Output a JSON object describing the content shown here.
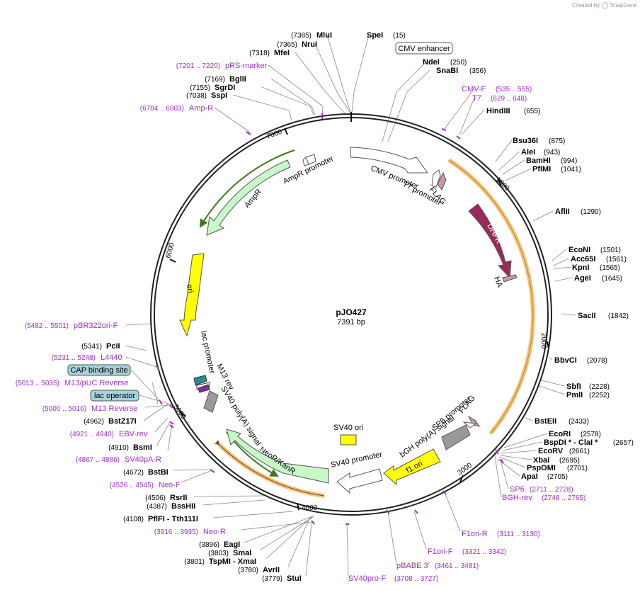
{
  "credit": {
    "prefix": "Created by",
    "brand": "SnapGene"
  },
  "plasmid": {
    "name": "pJO427",
    "length": "7391 bp"
  },
  "ticks": [
    "1000",
    "2000",
    "3000",
    "4000",
    "5000",
    "6000",
    "7000"
  ],
  "features": {
    "cmv_enhancer": "CMV enhancer",
    "cmv_promoter": "CMV promoter",
    "t7_promoter": "T7 promoter",
    "flag1": "FLAG",
    "dhfr": "DHFR",
    "ha": "HA",
    "sv40_ori": "SV40 ori",
    "sp6_promoter": "SP6 promoter",
    "flag2": "FLAG",
    "bgh": "bGH poly(A) signal",
    "f1ori": "f1 ori",
    "sv40_promoter": "SV40 promoter",
    "neokan": "NeoR/KanR",
    "sv40_polya": "SV40 poly(A) signal",
    "m13rev": "M13 rev",
    "lac_promoter": "lac promoter",
    "ori": "ori",
    "ampr": "AmpR",
    "ampr_promoter": "AmpR promoter",
    "cap": "CAP binding site",
    "lac_op": "lac operator"
  },
  "enzymes": {
    "mlui": [
      "(7385)",
      "MluI"
    ],
    "spei": [
      "SpeI",
      "(15)"
    ],
    "nrui": [
      "(7365)",
      "NruI"
    ],
    "mfei": [
      "(7318)",
      "MfeI"
    ],
    "ndei": [
      "NdeI",
      "(250)"
    ],
    "snabi": [
      "SnaBI",
      "(356)"
    ],
    "bglii": [
      "(7169)",
      "BglII"
    ],
    "sgrdi": [
      "(7155)",
      "SgrDI"
    ],
    "sspi": [
      "(7038)",
      "SspI"
    ],
    "hindiii": [
      "HindIII",
      "(655)"
    ],
    "bsu36i": [
      "Bsu36I",
      "(875)"
    ],
    "alei": [
      "AleI",
      "(943)"
    ],
    "bamhi": [
      "BamHI",
      "(994)"
    ],
    "pflmi": [
      "PflMI",
      "(1041)"
    ],
    "aflii": [
      "AflII",
      "(1290)"
    ],
    "econi": [
      "EcoNI",
      "(1501)"
    ],
    "acc65i": [
      "Acc65I",
      "(1561)"
    ],
    "kpni": [
      "KpnI",
      "(1565)"
    ],
    "agei": [
      "AgeI",
      "(1645)"
    ],
    "sacii": [
      "SacII",
      "(1842)"
    ],
    "bbvci": [
      "BbvCI",
      "(2078)"
    ],
    "sbfi": [
      "SbfI",
      "(2228)"
    ],
    "pmli": [
      "PmlI",
      "(2252)"
    ],
    "bsteii": [
      "BstEII",
      "(2433)"
    ],
    "ecori": [
      "EcoRI",
      "(2578)"
    ],
    "bspdi": [
      "BspDI * - ClaI *",
      "(2657)"
    ],
    "ecorv": [
      "EcoRV",
      "(2661)"
    ],
    "xbai": [
      "XbaI",
      "(2695)"
    ],
    "pspomi": [
      "PspOMI",
      "(2701)"
    ],
    "apai": [
      "ApaI",
      "(2705)"
    ],
    "pcii": [
      "(5341)",
      "PciI"
    ],
    "bstz17i": [
      "(4962)",
      "BstZ17I"
    ],
    "bsmi": [
      "(4910)",
      "BsmI"
    ],
    "bstbi": [
      "(4672)",
      "BstBI"
    ],
    "rsrii": [
      "(4506)",
      "RsrII"
    ],
    "bsshii": [
      "(4387)",
      "BssHII"
    ],
    "pflfi": [
      "(4108)",
      "PflFI  - Tth111I"
    ],
    "eagi": [
      "(3896)",
      "EagI"
    ],
    "smai": [
      "(3803)",
      "SmaI"
    ],
    "tspmi": [
      "(3801)",
      "TspMI  - XmaI"
    ],
    "avrii": [
      "(3780)",
      "AvrII"
    ],
    "stui": [
      "(3779)",
      "StuI"
    ]
  },
  "primers": {
    "prs": [
      "(7201 .. 7220)",
      "pRS-marker"
    ],
    "ampr": [
      "(6784 .. 6803)",
      "Amp-R"
    ],
    "cmvf": [
      "CMV-F",
      "(535 .. 555)"
    ],
    "t7": [
      "T7",
      "(629 .. 648)"
    ],
    "pbr": [
      "(5482 .. 5501)",
      "pBR322ori-F"
    ],
    "l4440": [
      "(5231 .. 5248)",
      "L4440"
    ],
    "m13puc": [
      "(5013 .. 5035)",
      "M13/pUC Reverse"
    ],
    "m13r": [
      "(5000 .. 5016)",
      "M13 Reverse"
    ],
    "ebv": [
      "(4921 .. 4940)",
      "EBV-rev"
    ],
    "sv40pa": [
      "(4867 .. 4886)",
      "SV40pA-R"
    ],
    "neof": [
      "(4526 .. 4545)",
      "Neo-F"
    ],
    "neor": [
      "(3916 .. 3935)",
      "Neo-R"
    ],
    "sp6": [
      "SP6",
      "(2711 .. 2728)"
    ],
    "bgh": [
      "BGH-rev",
      "(2748 .. 2765)"
    ],
    "f1r": [
      "F1ori-R",
      "(3111 .. 3130)"
    ],
    "f1f": [
      "F1ori-F",
      "(3321 .. 3342)"
    ],
    "pbabe": [
      "pBABE 3'",
      "(3461 .. 3481)"
    ],
    "sv40pro": [
      "SV40pro-F",
      "(3708 .. 3727)"
    ]
  },
  "colors": {
    "backbone": "#222222",
    "orf_highlight": "#f5c27a",
    "dhfr": "#9a2a5a",
    "ha": "#c49ab0",
    "ori": "#ffff00",
    "marker": "#c8f7c8",
    "marker_dark": "#3c7a1a",
    "promoter": "#ffffff",
    "signal": "#999999",
    "misc": "#a6d2dc",
    "primer": "#a030d0"
  }
}
